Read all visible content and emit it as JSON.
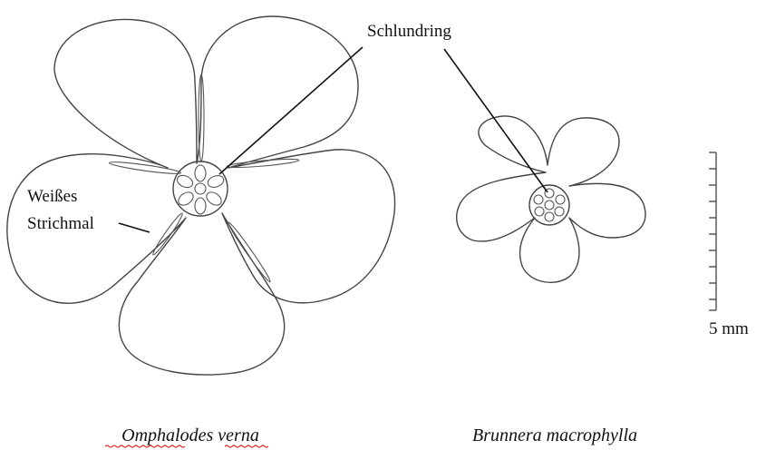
{
  "labels": {
    "throat_ring": "Schlundring",
    "white_line_1": "Weißes",
    "white_line_2": "Strichmal",
    "scale": "5 mm"
  },
  "species": {
    "left": "Omphalodes verna",
    "right": "Brunnera macrophylla"
  },
  "colors": {
    "outline": "#444444",
    "text": "#111111",
    "spellcheck_underline": "#d42020"
  }
}
